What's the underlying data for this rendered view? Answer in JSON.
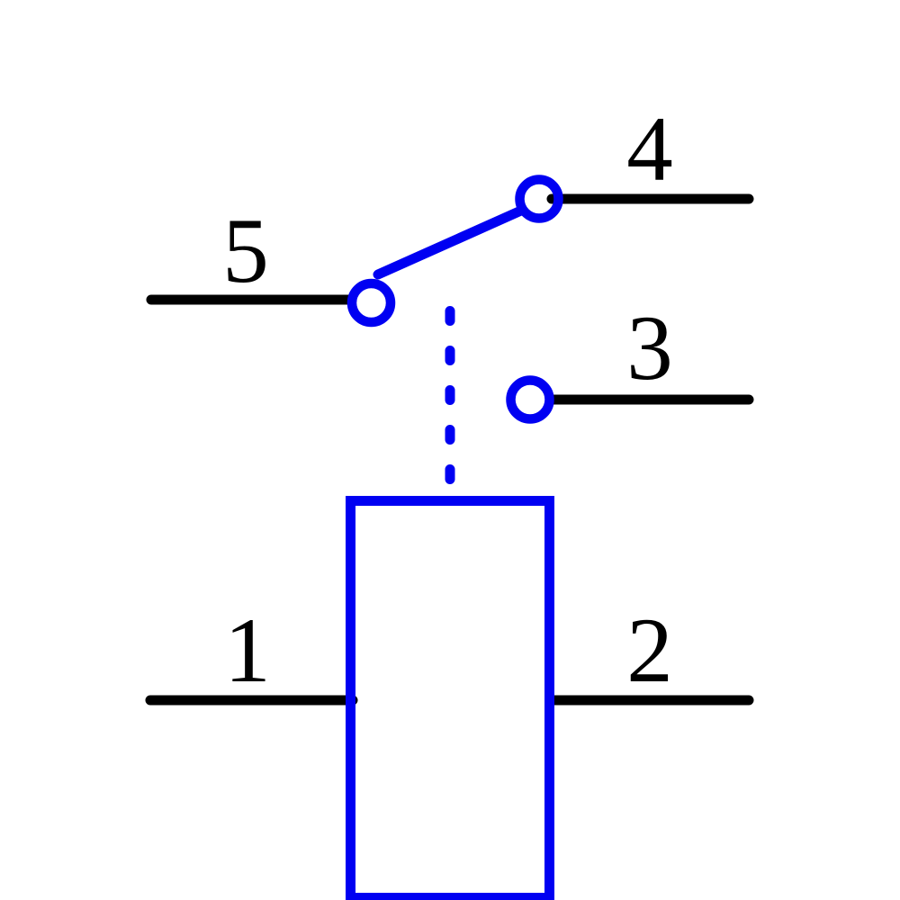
{
  "diagram": {
    "kind": "relay schematic symbol: coil with SPDT switch contact",
    "colors": {
      "symbol": "#0000f2",
      "wire": "#000000",
      "label": "#000000",
      "background": "#ffffff"
    },
    "pins": [
      {
        "label": "1"
      },
      {
        "label": "2"
      },
      {
        "label": "3"
      },
      {
        "label": "4"
      },
      {
        "label": "5"
      }
    ]
  }
}
